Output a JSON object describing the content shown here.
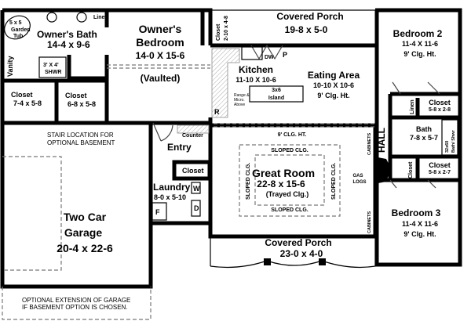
{
  "rooms": {
    "owners_bath": {
      "name": "Owner's Bath",
      "size": "14-4 x 9-6"
    },
    "garden_tub": {
      "l1": "5 x 5",
      "l2": "Garden",
      "l3": "Tub"
    },
    "linen_top": "Linen",
    "vanity": "Vanity",
    "shower": {
      "l1": "3' X 4'",
      "l2": "SHWR"
    },
    "owners_bedroom": {
      "l1": "Owner's",
      "l2": "Bedroom",
      "size": "14-0 X 15-6",
      "note": "(Vaulted)"
    },
    "closet_a": {
      "name": "Closet",
      "size": "7-4 x 5-8"
    },
    "closet_b": {
      "name": "Closet",
      "size": "6-8 x 5-8"
    },
    "closet_c": {
      "name": "Closet",
      "size": "2-10 x 4-8"
    },
    "porch_top": {
      "name": "Covered Porch",
      "size": "19-8 x 5-0"
    },
    "kitchen": {
      "name": "Kitchen",
      "size": "11-10 X 10-6",
      "dw": "DW",
      "pantry": "P",
      "fridge": "R",
      "range": {
        "l1": "Range &",
        "l2": "Micro.",
        "l3": "Above"
      },
      "island": {
        "l1": "3x6",
        "l2": "Island"
      }
    },
    "eating_area": {
      "name": "Eating Area",
      "size": "10-10 X 10-6",
      "ceiling": "9' Clg. Ht."
    },
    "bedroom2": {
      "name": "Bedroom 2",
      "size": "11-4 X 11-6",
      "ceiling": "9' Clg. Ht."
    },
    "closet_br2": {
      "name": "Closet",
      "size": "5-8 x 2-8"
    },
    "linen_hall": "Linen",
    "bath": {
      "name": "Bath",
      "size": "7-8 x 5-7",
      "tub": {
        "l1": "32x60",
        "l2": "Bath/ Shwr"
      }
    },
    "closet_br3": {
      "name": "Closet",
      "size": "5-8 x 2-7"
    },
    "closet_small": "Closet",
    "hall": "HALL",
    "bedroom3": {
      "name": "Bedroom 3",
      "size": "11-4 X 11-6",
      "ceiling": "9' Clg. Ht."
    },
    "stair": {
      "l1": "STAIR LOCATION FOR",
      "l2": "OPTIONAL BASEMENT"
    },
    "counter": "Counter",
    "entry": "Entry",
    "closet_entry": "Closet",
    "laundry": {
      "name": "Laundry",
      "size": "8-0 x 5-10",
      "washer": "W",
      "dryer": "D",
      "freezer": "F"
    },
    "great_room": {
      "name": "Great Room",
      "size": "22-8 x 15-6",
      "note": "(Trayed Clg.)",
      "ceiling_ht": "9' CLG. HT.",
      "sloped": "SLOPED CLG.",
      "gas": {
        "l1": "GAS",
        "l2": "LOGS"
      },
      "cabinets": "CABINETS"
    },
    "garage": {
      "l1": "Two Car",
      "l2": "Garage",
      "size": "20-4 x 22-6"
    },
    "garage_ext": {
      "l1": "OPTIONAL EXTENSION OF GARAGE",
      "l2": "IF BASEMENT OPTION IS CHOSEN."
    },
    "porch_bottom": {
      "name": "Covered Porch",
      "size": "23-0 x 4-0"
    }
  }
}
